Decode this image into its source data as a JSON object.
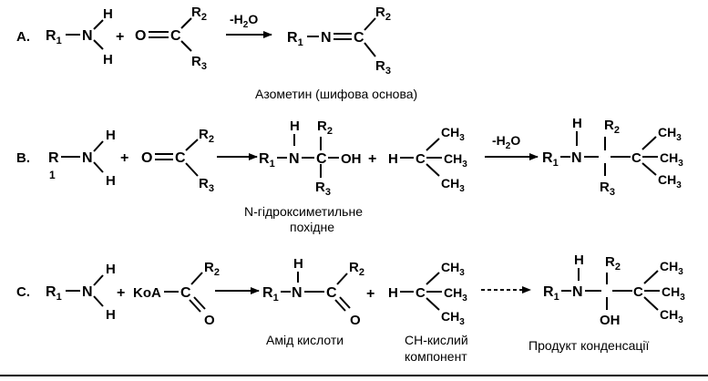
{
  "rows": [
    {
      "label": "A.",
      "reagent1": {
        "r": "R",
        "r_sub": "1",
        "n": "N",
        "h_top": "H",
        "h_bot": "H"
      },
      "plus1": "+",
      "reagent2": {
        "o": "O",
        "c": "C",
        "r2": "R",
        "r2_sub": "2",
        "r3": "R",
        "r3_sub": "3"
      },
      "arrow_label": "-H",
      "arrow_label_sub": "2",
      "arrow_label_tail": "O",
      "product": {
        "r1": "R",
        "r1_sub": "1",
        "n": "N",
        "c": "C",
        "r2": "R",
        "r2_sub": "2",
        "r3": "R",
        "r3_sub": "3"
      },
      "caption": "Азометин (шифова основа)"
    },
    {
      "label": "B.",
      "reagent1": {
        "r": "R",
        "r_sub": "1",
        "n": "N",
        "h_top": "H",
        "h_bot": "H"
      },
      "plus1": "+",
      "reagent2": {
        "o": "O",
        "c": "C",
        "r2": "R",
        "r2_sub": "2",
        "r3": "R",
        "r3_sub": "3"
      },
      "intermediate": {
        "h": "H",
        "r1": "R",
        "r1_sub": "1",
        "n": "N",
        "c": "C",
        "oh": "OH",
        "r2": "R",
        "r2_sub": "2",
        "r3": "R",
        "r3_sub": "3"
      },
      "caption1_line1": "N-гідроксиметильне",
      "caption1_line2": "похідне",
      "plus2": "+",
      "ch_component": {
        "h": "H",
        "c": "C",
        "ch3_a": "CH",
        "ch3_b": "CH",
        "ch3_c": "CH",
        "sub": "3"
      },
      "arrow_label": "-H",
      "arrow_label_sub": "2",
      "arrow_label_tail": "O",
      "product": {
        "h": "H",
        "r1": "R",
        "r1_sub": "1",
        "n": "N",
        "r2": "R",
        "r2_sub": "2",
        "r3": "R",
        "r3_sub": "3",
        "c": "C",
        "ch3_a": "CH",
        "ch3_b": "CH",
        "ch3_c": "CH",
        "sub": "3"
      }
    },
    {
      "label": "C.",
      "reagent1": {
        "r": "R",
        "r_sub": "1",
        "n": "N",
        "h_top": "H",
        "h_bot": "H"
      },
      "plus1": "+",
      "reagent2": {
        "koa": "KoA",
        "c": "C",
        "r2": "R",
        "r2_sub": "2",
        "o": "O"
      },
      "amide": {
        "h": "H",
        "r1": "R",
        "r1_sub": "1",
        "n": "N",
        "c": "C",
        "r2": "R",
        "r2_sub": "2",
        "o": "O"
      },
      "caption1": "Амід кислоти",
      "plus2": "+",
      "ch_component": {
        "h": "H",
        "c": "C",
        "ch3_a": "CH",
        "ch3_b": "CH",
        "ch3_c": "CH",
        "sub": "3"
      },
      "caption2_line1": "CH-кислий",
      "caption2_line2": "компонент",
      "product": {
        "h": "H",
        "r1": "R",
        "r1_sub": "1",
        "n": "N",
        "r2": "R",
        "r2_sub": "2",
        "oh": "OH",
        "c": "C",
        "ch3_a": "CH",
        "ch3_b": "CH",
        "ch3_c": "CH",
        "sub": "3"
      },
      "caption3": "Продукт конденсації"
    }
  ]
}
